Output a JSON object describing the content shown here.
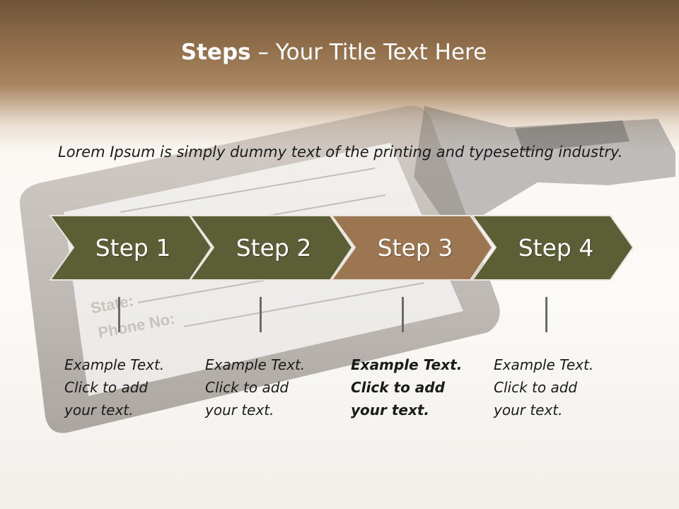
{
  "slide": {
    "title_bold": "Steps",
    "title_rest": " – Your Title Text Here",
    "intro": "Lorem Ipsum is simply dummy text of the printing and typesetting industry.",
    "tag_labels": [
      "State:",
      "Phone No:"
    ],
    "steps": [
      {
        "label": "Step 1",
        "color": "#5c5e36",
        "caption": [
          "Example Text.",
          "Click  to add",
          "your text."
        ],
        "active": false
      },
      {
        "label": "Step 2",
        "color": "#5c5e36",
        "caption": [
          "Example Text.",
          "Click  to add",
          "your text."
        ],
        "active": false
      },
      {
        "label": "Step 3",
        "color": "#9b7650",
        "caption": [
          "Example Text.",
          "Click  to add",
          "your text."
        ],
        "active": true
      },
      {
        "label": "Step 4",
        "color": "#5c5e36",
        "caption": [
          "Example Text.",
          "Click  to add",
          "your text."
        ],
        "active": false
      }
    ]
  }
}
